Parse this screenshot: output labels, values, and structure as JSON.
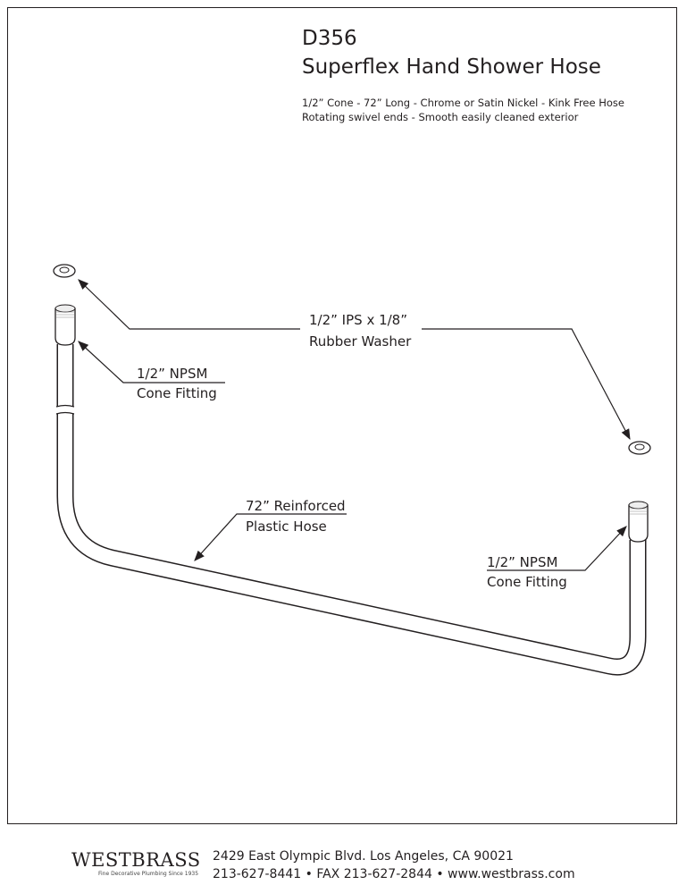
{
  "header": {
    "model": "D356",
    "product_name": "Superflex Hand Shower Hose",
    "spec_line_1": "1/2” Cone - 72” Long - Chrome or Satin Nickel - Kink Free Hose",
    "spec_line_2": "Rotating swivel ends - Smooth easily cleaned exterior"
  },
  "labels": {
    "washer_line_1": "1/2” IPS x 1/8”",
    "washer_line_2": "Rubber Washer",
    "left_fitting_line_1": "1/2” NPSM",
    "left_fitting_line_2": "Cone Fitting",
    "hose_line_1": "72” Reinforced",
    "hose_line_2": "Plastic Hose",
    "right_fitting_line_1": "1/2” NPSM",
    "right_fitting_line_2": "Cone Fitting"
  },
  "footer": {
    "brand": "WESTBRASS",
    "tagline": "Fine Decorative Plumbing Since 1935",
    "address": "2429 East Olympic Blvd. Los Angeles, CA  90021",
    "contact": "213-627-8441 • FAX 213-627-2844 • www.westbrass.com"
  }
}
